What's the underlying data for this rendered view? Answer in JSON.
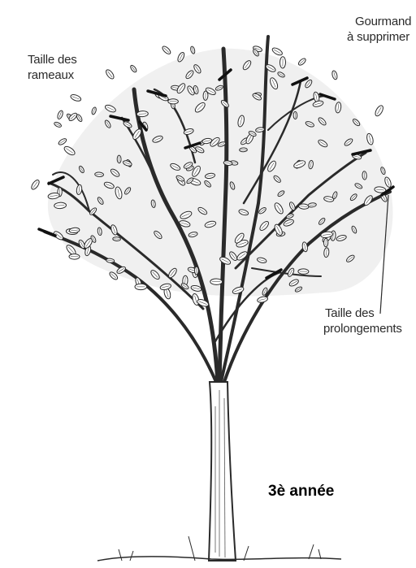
{
  "labels": {
    "rameaux": {
      "line1": "Taille des",
      "line2": "rameaux"
    },
    "gourmand": {
      "line1": "Gourmand",
      "line2": "à supprimer"
    },
    "prolongements": {
      "line1": "Taille des",
      "line2": "prolongements"
    },
    "year": "3è année"
  },
  "colors": {
    "ink": "#2a2a2a",
    "canopy_shade": "#e6e6e6",
    "leaf_fill": "#ffffff",
    "cut_mark": "#111111"
  },
  "icons": {
    "illustration": "pruned-tree-illustration",
    "cut_marks": "pruning-cut-mark"
  }
}
